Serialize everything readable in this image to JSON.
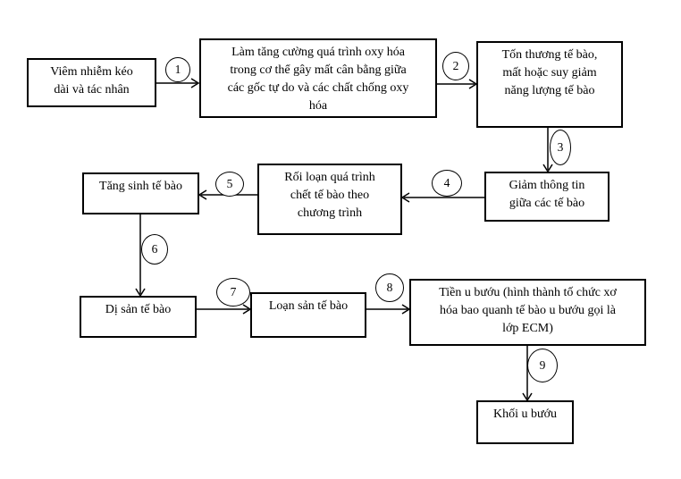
{
  "diagram": {
    "kind": "flowchart",
    "colors": {
      "page_background": "#ffffff",
      "box_background": "#ffffff",
      "line_color": "#000000",
      "text_color": "#000000"
    },
    "boxes": {
      "viem_nhiem": {
        "text": "Viêm nhiễm kéo\ndài và tác nhân"
      },
      "oxy_hoa": {
        "text": "Làm tăng cường quá trình oxy hóa\ntrong cơ thể gây mất cân bằng giữa\ncác gốc tự do và các chất chống oxy\nhóa"
      },
      "ton_thuong": {
        "text": "Tốn thương tế bào,\nmất hoặc suy giảm\nnăng lượng tế bào"
      },
      "giam_thong_tin": {
        "text": "Giảm thông tin\ngiữa các tế bào"
      },
      "roi_loan": {
        "text": "Rối loạn quá trình\nchết tế bào theo\nchương trình"
      },
      "tang_sinh": {
        "text": "Tăng sinh tế bào"
      },
      "di_san": {
        "text": "Dị sản tế bào"
      },
      "loan_san": {
        "text": "Loạn sản tế bào"
      },
      "tien_u_buou": {
        "text": "Tiền u bướu (hình thành tố chức xơ\nhóa bao quanh tế bào u bướu gọi là\nlớp ECM)"
      },
      "khoi_u_buou": {
        "text": "Khối u bướu"
      }
    },
    "steps": {
      "s1": "1",
      "s2": "2",
      "s3": "3",
      "s4": "4",
      "s5": "5",
      "s6": "6",
      "s7": "7",
      "s8": "8",
      "s9": "9"
    }
  }
}
